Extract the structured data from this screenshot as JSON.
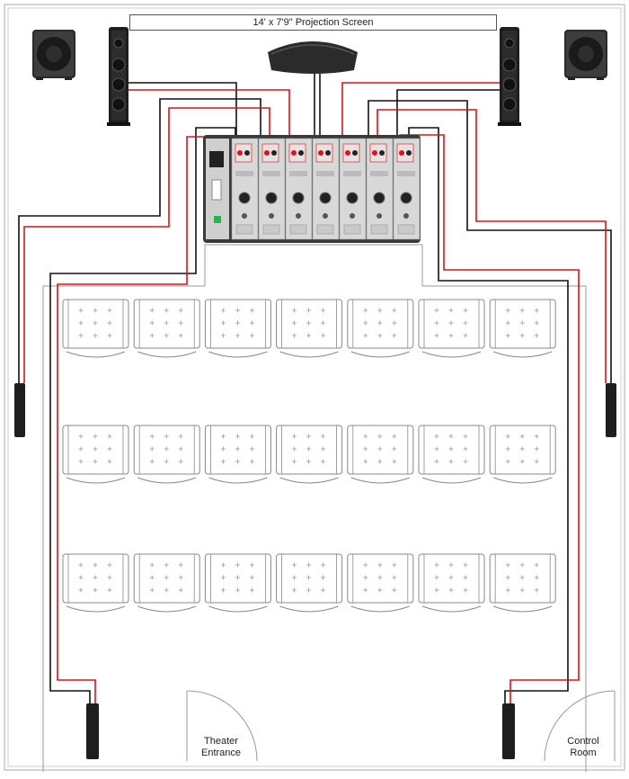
{
  "screen": {
    "label": "14' x 7'9\" Projection Screen"
  },
  "doors": {
    "entrance_label_1": "Theater",
    "entrance_label_2": "Entrance",
    "control_label_1": "Control",
    "control_label_2": "Room"
  },
  "seating": {
    "rows": 3,
    "seats_per_row": 7
  },
  "amplifier": {
    "channels": 7
  },
  "colors": {
    "wire_positive": "#d9141c",
    "wire_negative": "#111111",
    "wall": "#888888",
    "seat_outline": "#888888",
    "chassis": "#3a3a3a",
    "module": "#d8d8d8"
  },
  "icons": [
    "subwoofer-icon",
    "tower-speaker-icon",
    "center-speaker-icon",
    "wall-speaker-icon",
    "amplifier-rack-icon",
    "seat-icon",
    "door-swing-icon"
  ]
}
